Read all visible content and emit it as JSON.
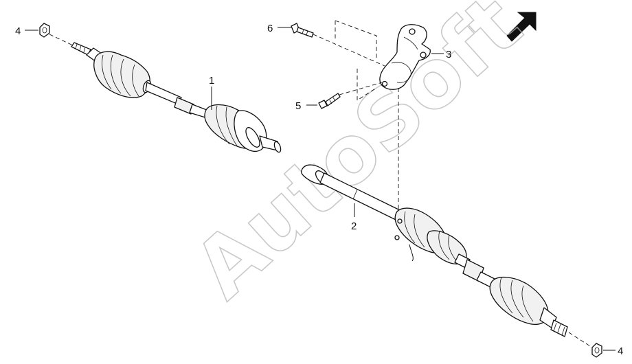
{
  "watermark": "AutoSoft",
  "callouts": [
    {
      "id": "c1",
      "label": "1"
    },
    {
      "id": "c2",
      "label": "2"
    },
    {
      "id": "c3",
      "label": "3"
    },
    {
      "id": "c4a",
      "label": "4"
    },
    {
      "id": "c4b",
      "label": "4"
    },
    {
      "id": "c5",
      "label": "5"
    },
    {
      "id": "c6",
      "label": "6"
    }
  ],
  "direction_arrow": {
    "icon": "direction-arrow-icon"
  }
}
